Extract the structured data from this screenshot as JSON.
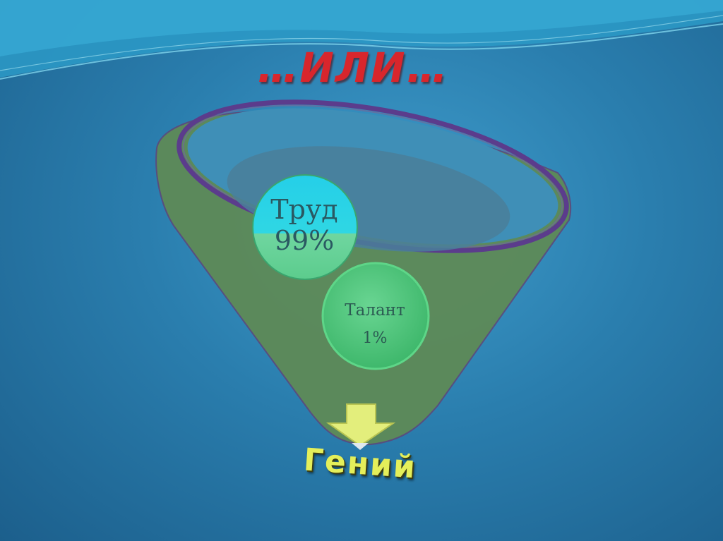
{
  "title": "…ИЛИ…",
  "funnel": {
    "inputs": [
      {
        "label": "Труд",
        "value": "99%"
      },
      {
        "label": "Талант",
        "value": "1%"
      }
    ],
    "output": "Гений"
  },
  "colors": {
    "title": "#d8262c",
    "funnel": "#5f8a55",
    "rim": "#5b3c8c",
    "bubble_top": "#2ad0e6",
    "bubble_bottom": "#6bd49a",
    "talant_bubble": "#4fc77d",
    "arrow": "#e3ee7c",
    "output_text": "#e4ef5a"
  }
}
